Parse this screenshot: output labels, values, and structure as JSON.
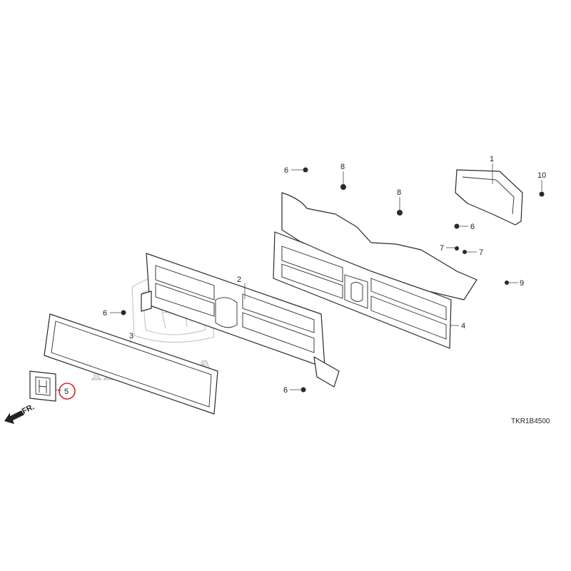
{
  "watermark": {
    "brand_text": "HONDA"
  },
  "diagram_code": "TKR1B4500",
  "direction_label": "FR.",
  "highlight_color": "#d8202a",
  "callouts": {
    "c1": "1",
    "c2": "2",
    "c3": "3",
    "c4": "4",
    "c5": "5",
    "c6a": "6",
    "c6b": "6",
    "c6c": "6",
    "c6d": "6",
    "c7a": "7",
    "c7b": "7",
    "c8a": "8",
    "c8b": "8",
    "c9": "9",
    "c10": "10"
  }
}
